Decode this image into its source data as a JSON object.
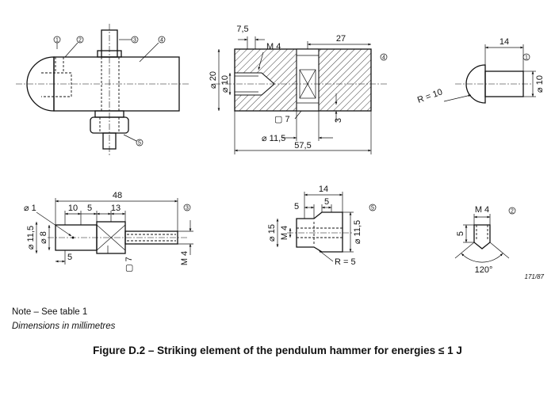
{
  "figure": {
    "caption": "Figure D.2 – Striking element of the pendulum hammer for energies ≤ 1 J",
    "note": "Note – See table 1",
    "units": "Dimensions in millimetres",
    "drawing_number": "171/87"
  },
  "callouts": {
    "c1": "1",
    "c2": "2",
    "c3": "3",
    "c4": "4",
    "c5": "5"
  },
  "dims": {
    "d_7_5": "7,5",
    "m4_top": "M 4",
    "d_27": "27",
    "d_14_top": "14",
    "dia_20": "⌀ 20",
    "dia_10_left": "⌀ 10",
    "r_10": "R = 10",
    "dia_10_right": "⌀ 10",
    "sq_7_top": "▢ 7",
    "d_3": "3",
    "dia_11_5_bottom": "⌀ 11,5",
    "d_57_5": "57,5",
    "d_48": "48",
    "d_10": "10",
    "d_5_a": "5",
    "d_13": "13",
    "dia_1": "⌀ 1",
    "dia_11_5_left": "⌀ 11,5",
    "dia_8": "⌀ 8",
    "d_5_b": "5",
    "sq_7_mid": "▢ 7",
    "m4_pin": "M 4",
    "d_14_mid": "14",
    "d_5_c": "5",
    "d_5_d": "5",
    "dia_15": "⌀ 15",
    "m4_nut": "M 4",
    "dia_11_5_right": "⌀ 11,5",
    "r_5": "R = 5",
    "m4_screw": "M 4",
    "d_5_e": "5",
    "angle_120": "120°"
  }
}
